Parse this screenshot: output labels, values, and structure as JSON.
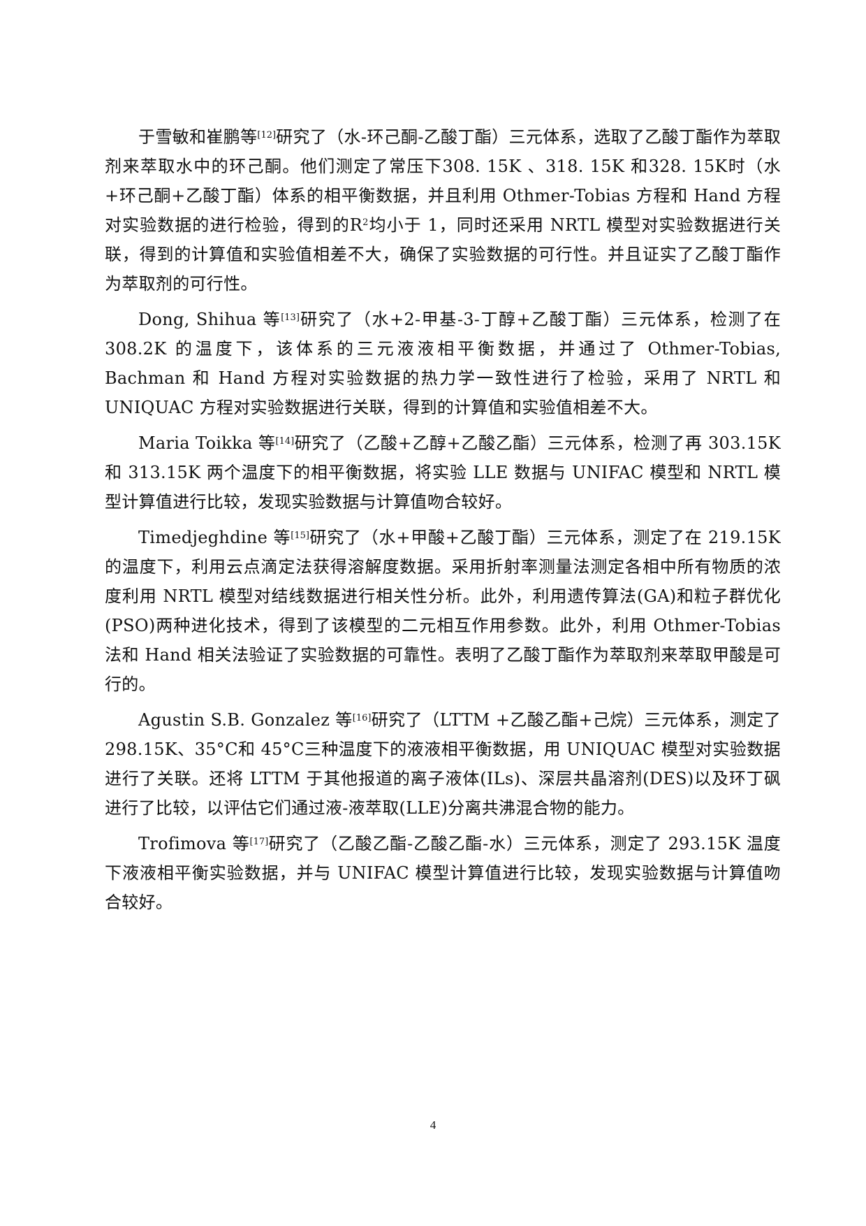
{
  "paragraphs": [
    {
      "pre": "于雪敏和崔鹏等",
      "ref": "[12]",
      "text": "研究了（水-环己酮-乙酸丁酯）三元体系，选取了乙酸丁酯作为萃取剂来萃取水中的环己酮。他们测定了常压下308. 15K 、318. 15K 和328. 15K时（水+环己酮+乙酸丁酯）体系的相平衡数据，并且利用 Othmer-Tobias 方程和 Hand 方程对实验数据的进行检验，得到的R",
      "sup": "2",
      "post": "均小于 1，同时还采用 NRTL 模型对实验数据进行关联，得到的计算值和实验值相差不大，确保了实验数据的可行性。并且证实了乙酸丁酯作为萃取剂的可行性。"
    },
    {
      "pre": "Dong, Shihua 等",
      "ref": "[13]",
      "text": "研究了（水+2-甲基-3-丁醇+乙酸丁酯）三元体系，检测了在 308.2K 的温度下，该体系的三元液液相平衡数据，并通过了 Othmer-Tobias, Bachman 和 Hand 方程对实验数据的热力学一致性进行了检验，采用了 NRTL 和 UNIQUAC 方程对实验数据进行关联，得到的计算值和实验值相差不大。"
    },
    {
      "pre": "Maria Toikka 等",
      "ref": "[14]",
      "text": "研究了（乙酸+乙醇+乙酸乙酯）三元体系，检测了再 303.15K 和 313.15K 两个温度下的相平衡数据，将实验 LLE 数据与 UNIFAC 模型和 NRTL 模型计算值进行比较，发现实验数据与计算值吻合较好。"
    },
    {
      "pre": "Timedjeghdine 等",
      "ref": "[15]",
      "text": "研究了（水+甲酸+乙酸丁酯）三元体系，测定了在 219.15K 的温度下，利用云点滴定法获得溶解度数据。采用折射率测量法测定各相中所有物质的浓度利用 NRTL 模型对结线数据进行相关性分析。此外，利用遗传算法(GA)和粒子群优化(PSO)两种进化技术，得到了该模型的二元相互作用参数。此外，利用 Othmer-Tobias 法和 Hand 相关法验证了实验数据的可靠性。表明了乙酸丁酯作为萃取剂来萃取甲酸是可行的。"
    },
    {
      "pre": "Agustin S.B. Gonzalez 等",
      "ref": "[16]",
      "text": "研究了（LTTM +乙酸乙酯+己烷）三元体系，测定了 298.15K、35°C和 45°C三种温度下的液液相平衡数据，用 UNIQUAC 模型对实验数据进行了关联。还将 LTTM 于其他报道的离子液体(ILs)、深层共晶溶剂(DES)以及环丁砜进行了比较，以评估它们通过液-液萃取(LLE)分离共沸混合物的能力。"
    },
    {
      "pre": "Trofimova 等",
      "ref": "[17]",
      "text": "研究了（乙酸乙酯-乙酸乙酯-水）三元体系，测定了 293.15K 温度下液液相平衡实验数据，并与 UNIFAC 模型计算值进行比较，发现实验数据与计算值吻合较好。"
    }
  ],
  "footer": {
    "page_number": "4"
  }
}
